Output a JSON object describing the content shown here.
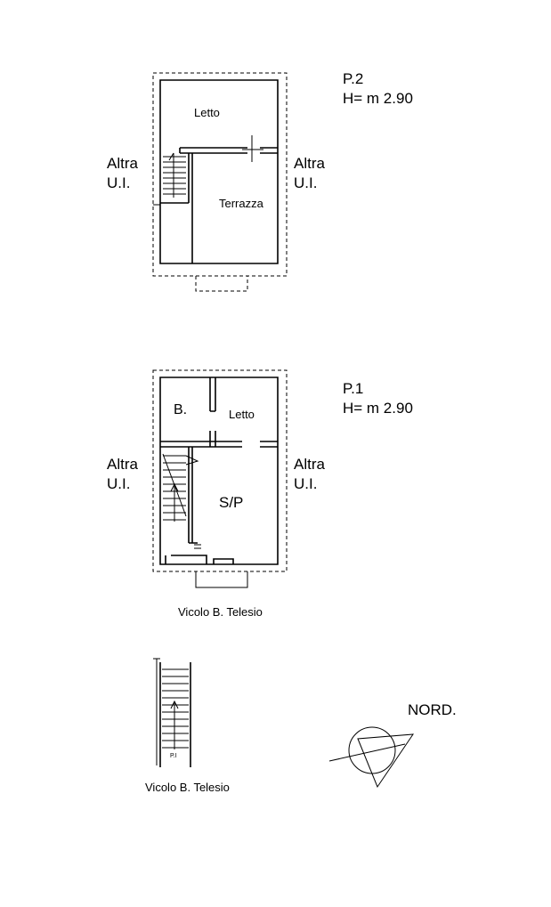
{
  "floor2": {
    "level": "P.2",
    "height": "H= m 2.90",
    "neighbor_left": [
      "Altra",
      "U.I."
    ],
    "neighbor_right": [
      "Altra",
      "U.I."
    ],
    "rooms": {
      "bedroom": "Letto",
      "terrace": "Terrazza"
    }
  },
  "floor1": {
    "level": "P.1",
    "height": "H= m 2.90",
    "neighbor_left": [
      "Altra",
      "U.I."
    ],
    "neighbor_right": [
      "Altra",
      "U.I."
    ],
    "rooms": {
      "bath": "B.",
      "bedroom": "Letto",
      "living": "S/P"
    },
    "street": "Vicolo B. Telesio"
  },
  "ground_stair": {
    "street": "Vicolo B. Telesio",
    "stair_tag": "P.I"
  },
  "north": {
    "label": "NORD."
  },
  "colors": {
    "ink": "#000000",
    "paper": "#ffffff"
  }
}
